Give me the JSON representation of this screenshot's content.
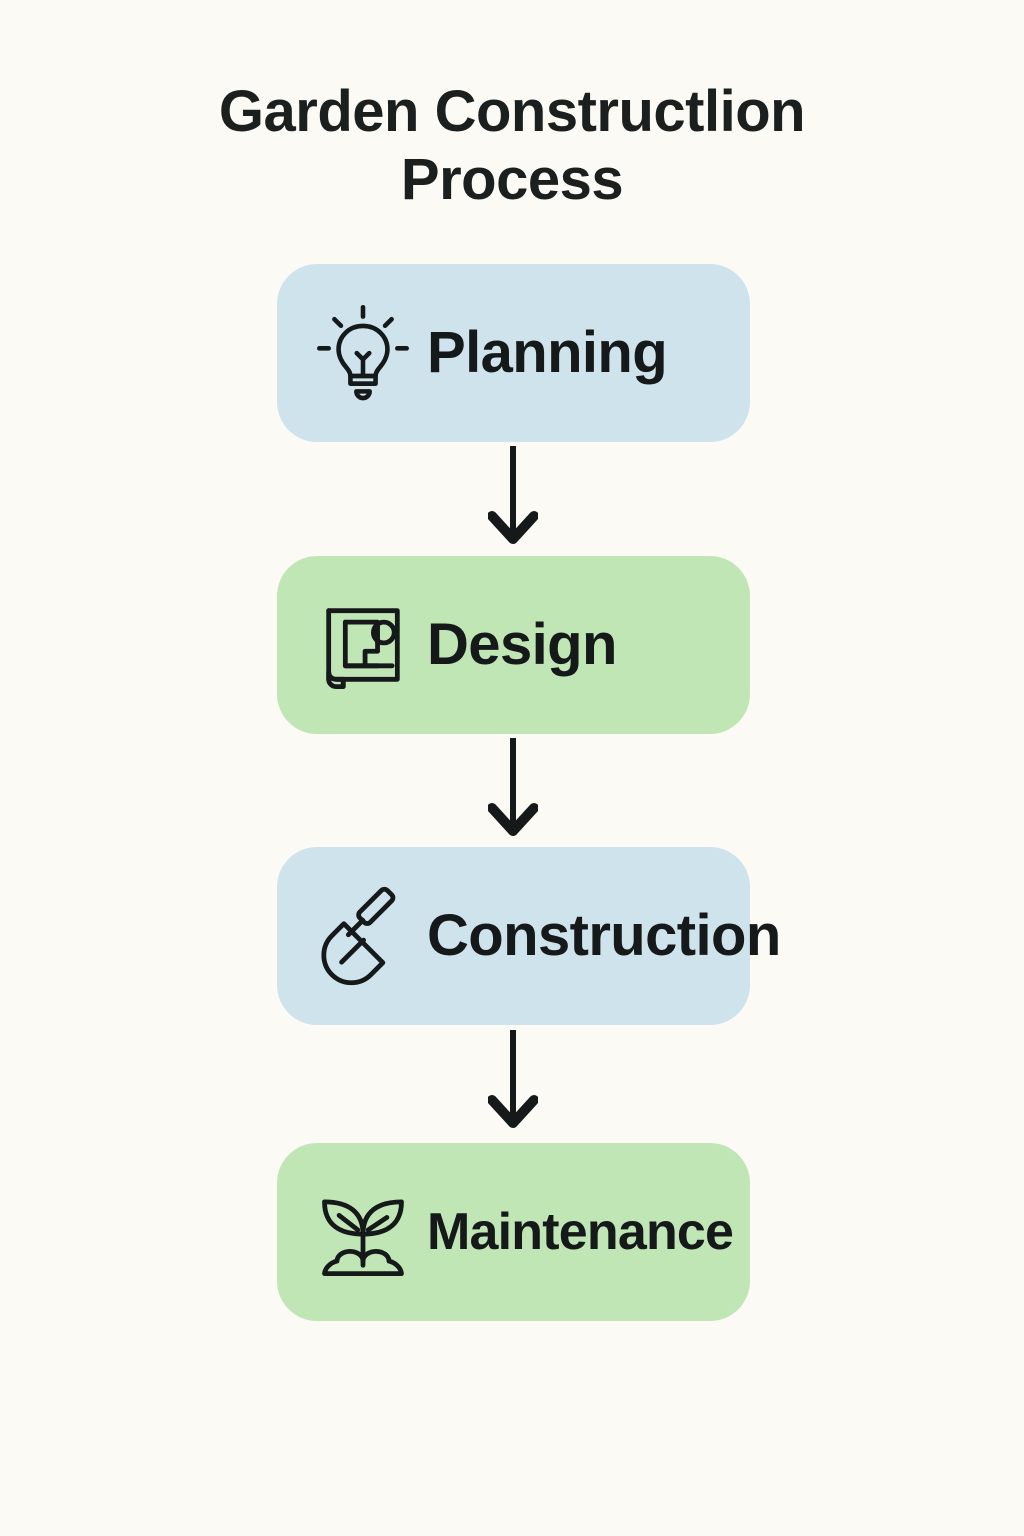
{
  "title": "Garden Constructlion\nProcess",
  "background_color": "#fbfaf5",
  "title_color": "#1b1f1e",
  "palette": {
    "blue": "#cfe3ec",
    "green": "#c1e6b5",
    "stroke": "#15191a"
  },
  "chart_data": {
    "type": "diagram",
    "title": "Garden Constructlion Process",
    "orientation": "vertical",
    "nodes": [
      {
        "id": "planning",
        "label": "Planning",
        "icon": "lightbulb-icon",
        "fill": "#cfe3ec",
        "order": 1
      },
      {
        "id": "design",
        "label": "Design",
        "icon": "blueprint-icon",
        "fill": "#c1e6b5",
        "order": 2
      },
      {
        "id": "construction",
        "label": "Construction",
        "icon": "shovel-icon",
        "fill": "#cfe3ec",
        "order": 3
      },
      {
        "id": "maintenance",
        "label": "Maintenance",
        "icon": "sprout-icon",
        "fill": "#c1e6b5",
        "order": 4
      }
    ],
    "edges": [
      {
        "from": "planning",
        "to": "design",
        "arrow": "down"
      },
      {
        "from": "design",
        "to": "construction",
        "arrow": "down"
      },
      {
        "from": "construction",
        "to": "maintenance",
        "arrow": "down"
      }
    ]
  },
  "steps": [
    {
      "label": "Planning",
      "icon": "lightbulb-icon",
      "fill": "#cfe3ec"
    },
    {
      "label": "Design",
      "icon": "blueprint-icon",
      "fill": "#c1e6b5"
    },
    {
      "label": "Construction",
      "icon": "shovel-icon",
      "fill": "#cfe3ec"
    },
    {
      "label": "Maintenance",
      "icon": "sprout-icon",
      "fill": "#c1e6b5"
    }
  ]
}
